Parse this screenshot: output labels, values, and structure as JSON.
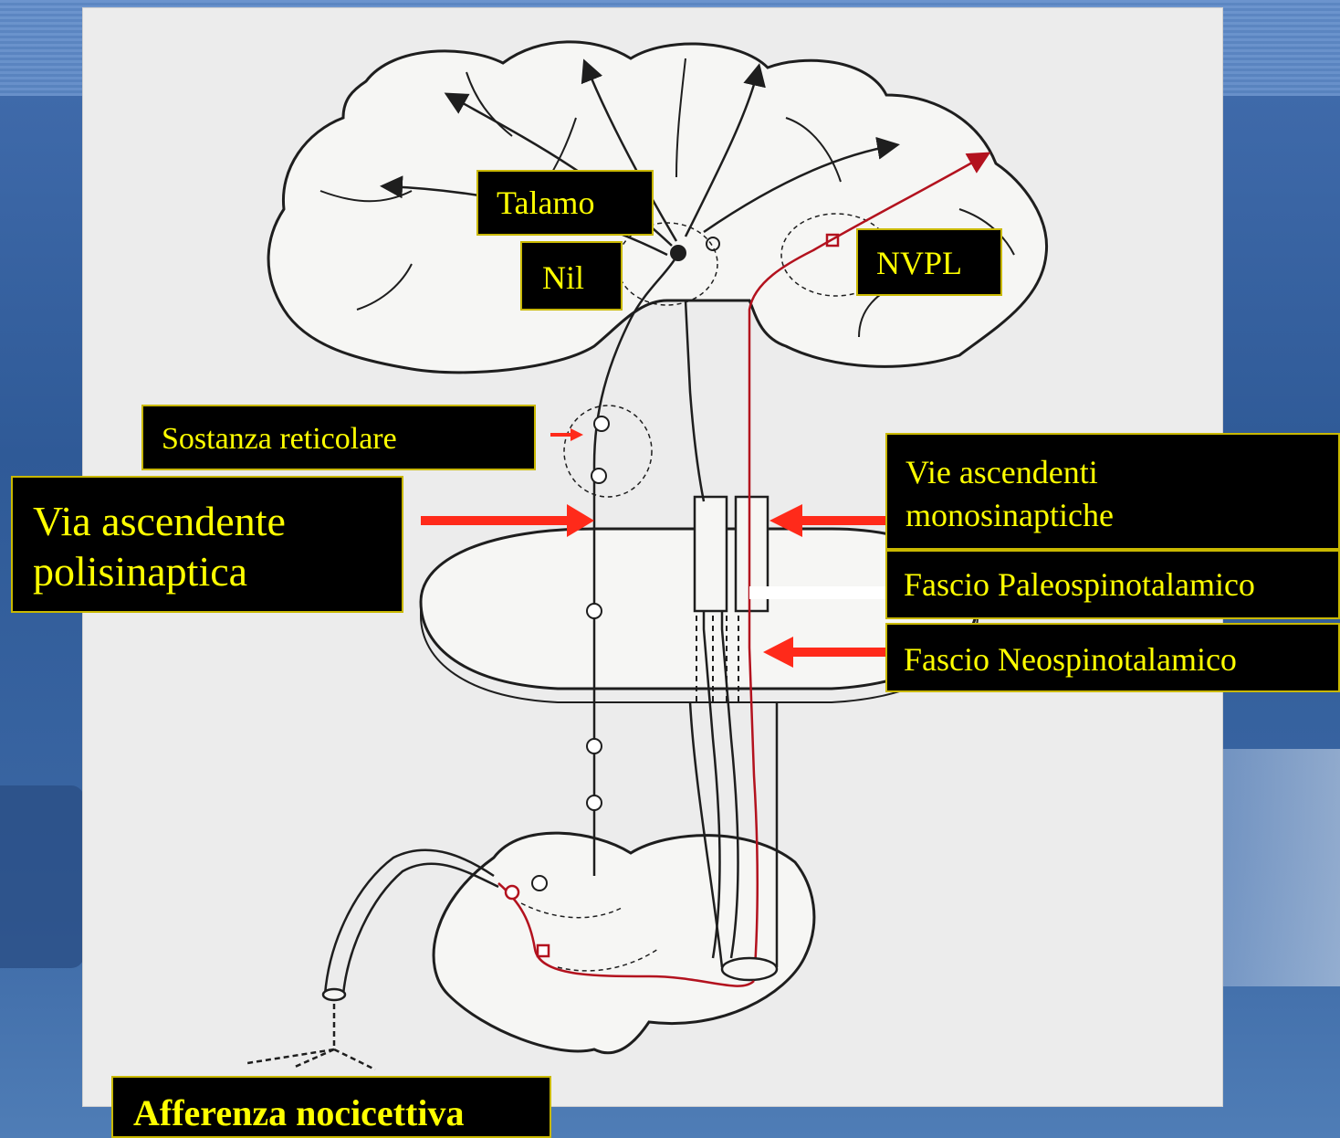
{
  "labels": {
    "talamo": "Talamo",
    "nil": "Nil",
    "nvpl": "NVPL",
    "sostanza_reticolare": "Sostanza reticolare",
    "via_ascendente_line1": "Via ascendente",
    "via_ascendente_line2": "polisinaptica",
    "vie_ascendenti_line1": "Vie ascendenti",
    "vie_ascendenti_line2": "monosinaptiche",
    "fascio_paleo": "Fascio Paleospinotalamico",
    "fascio_neo": "Fascio Neospinotalamico",
    "afferenza": "Afferenza nocicettiva"
  },
  "colors": {
    "label_background": "#000000",
    "label_text": "#ffff00",
    "arrow_red": "#ff2a1a",
    "arrow_white": "#ffffff",
    "pathway_red": "#b3121e",
    "drawing_ink": "#1e1e1e"
  }
}
